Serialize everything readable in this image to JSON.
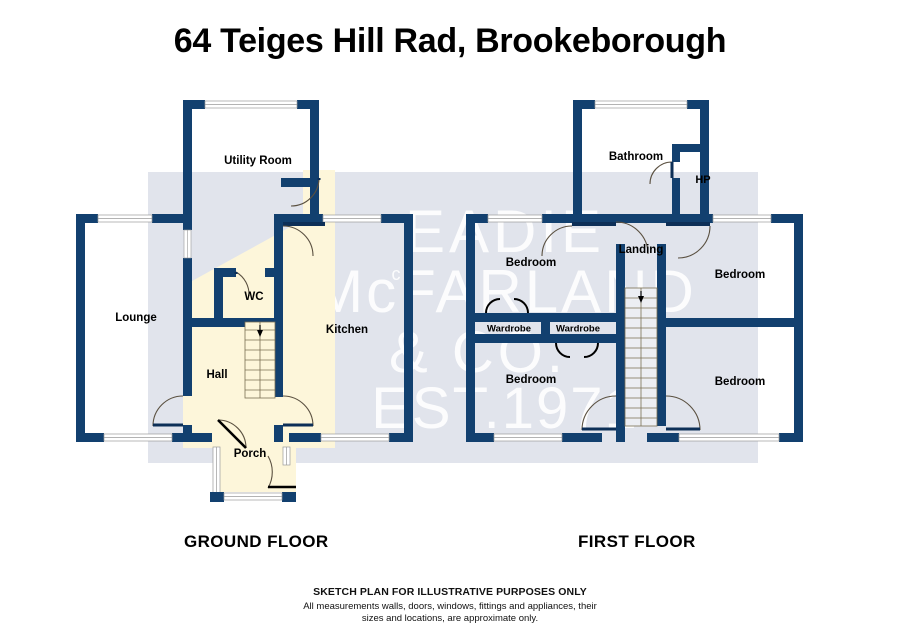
{
  "document": {
    "title": "64 Teiges Hill Rad, Brookeborough",
    "watermark": {
      "line1": "EADIE",
      "line2": "McFARLAND",
      "line3": "& CO.",
      "line4": "EST.1971",
      "superscript": "c"
    },
    "footer": {
      "heading": "SKETCH PLAN FOR ILLUSTRATIVE PURPOSES ONLY",
      "line1": "All measurements walls, doors, windows, fittings and appliances, their",
      "line2": "sizes and locations, are approximate only."
    },
    "colors": {
      "wall": "#12406f",
      "wall_dark": "#0d2f57",
      "background_band": "#e1e4ec",
      "circulation_fill": "#fdf6da",
      "paper": "#ffffff",
      "text": "#000000",
      "watermark": "#ffffff"
    }
  },
  "floors": [
    {
      "id": "ground",
      "label": "GROUND FLOOR",
      "rooms": [
        {
          "name": "Utility Room",
          "label": "Utility Room"
        },
        {
          "name": "Lounge",
          "label": "Lounge"
        },
        {
          "name": "WC",
          "label": "WC"
        },
        {
          "name": "Kitchen",
          "label": "Kitchen"
        },
        {
          "name": "Hall",
          "label": "Hall"
        },
        {
          "name": "Porch",
          "label": "Porch"
        }
      ]
    },
    {
      "id": "first",
      "label": "FIRST FLOOR",
      "rooms": [
        {
          "name": "Bathroom",
          "label": "Bathroom"
        },
        {
          "name": "HP",
          "label": "HP"
        },
        {
          "name": "Landing",
          "label": "Landing"
        },
        {
          "name": "Bedroom front left",
          "label": "Bedroom"
        },
        {
          "name": "Bedroom front right",
          "label": "Bedroom"
        },
        {
          "name": "Bedroom rear left",
          "label": "Bedroom"
        },
        {
          "name": "Bedroom rear right",
          "label": "Bedroom"
        },
        {
          "name": "Wardrobe left",
          "label": "Wardrobe"
        },
        {
          "name": "Wardrobe right",
          "label": "Wardrobe"
        }
      ]
    }
  ]
}
